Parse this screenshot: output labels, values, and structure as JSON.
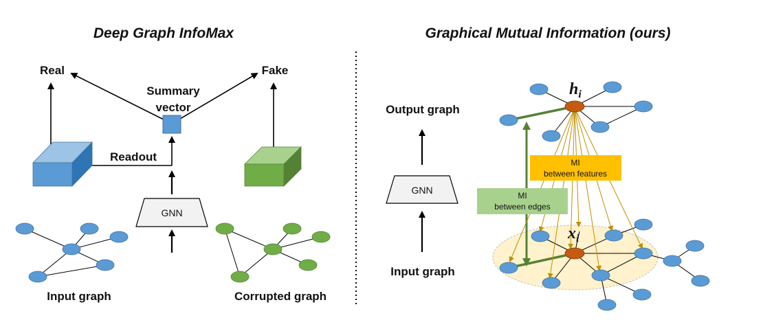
{
  "left": {
    "title": "Deep Graph InfoMax",
    "real_label": "Real",
    "fake_label": "Fake",
    "summary_label_1": "Summary",
    "summary_label_2": "vector",
    "readout_label": "Readout",
    "gnn_label": "GNN",
    "input_graph_label": "Input graph",
    "corrupted_graph_label": "Corrupted graph"
  },
  "right": {
    "title": "Graphical Mutual Information (ours)",
    "output_graph_label": "Output graph",
    "input_graph_label": "Input graph",
    "gnn_label": "GNN",
    "h_label": "h",
    "h_sub": "i",
    "x_label": "x",
    "x_sub": "i",
    "mi_features_1": "MI",
    "mi_features_2": "between features",
    "mi_edges_1": "MI",
    "mi_edges_2": "between edges"
  },
  "colors": {
    "node_blue": "#5b9bd5",
    "node_green": "#70ad47",
    "node_orange": "#c55a11",
    "edge_olive": "#bf9000",
    "edge_green": "#548235",
    "mi_features_bg": "#ffc000",
    "mi_edges_bg": "#a9d18e",
    "ellipse_fill": "#fff2cc"
  }
}
